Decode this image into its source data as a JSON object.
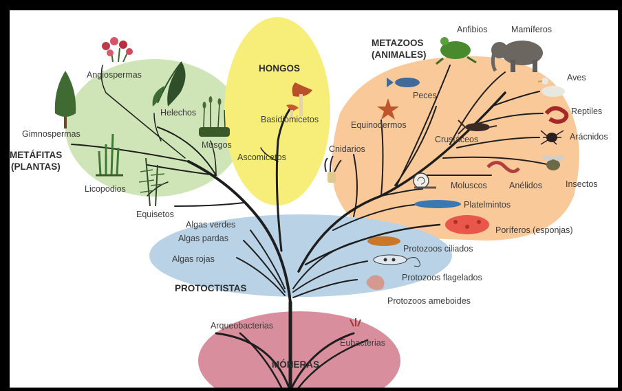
{
  "groups": {
    "metafitas": [
      "METÁFITAS",
      "(PLANTAS)"
    ],
    "hongos": "HONGOS",
    "metazoos": [
      "METAZOOS",
      "(ANIMALES)"
    ],
    "protoctistas": "PROTOCTISTAS",
    "moneras": "MÓNERAS"
  },
  "plants": {
    "angiospermas": "Angiospermas",
    "gimnospermas": "Gimnospermas",
    "helechos": "Helechos",
    "musgos": "Musgos",
    "licopodios": "Licopodios",
    "equisetos": "Equisetos"
  },
  "fungi": {
    "basidiomicetos": "Basidiomicetos",
    "ascomicetos": "Ascomicetos"
  },
  "animals": {
    "anfibios": "Anfibios",
    "mamiferos": "Mamíferos",
    "aves": "Aves",
    "reptiles": "Reptiles",
    "aracnidos": "Arácnidos",
    "insectos": "Insectos",
    "peces": "Peces",
    "equinodermos": "Equinodermos",
    "crustaceos": "Crustáceos",
    "cnidarios": "Cnidarios",
    "moluscos": "Moluscos",
    "anelidos": "Anélidos",
    "platelmintos": "Platelmintos",
    "poriferos": "Poríferos (esponjas)"
  },
  "protists": {
    "algas_verdes": "Algas verdes",
    "algas_pardas": "Algas pardas",
    "algas_rojas": "Algas rojas",
    "ciliados": "Protozoos ciliados",
    "flagelados": "Protozoos flagelados",
    "ameboides": "Protozoos ameboides"
  },
  "monera": {
    "arqueobacterias": "Arqueobacterias",
    "eubacterias": "Eubacterias"
  },
  "colors": {
    "plantas": "#cfe5b8",
    "hongos": "#f7ee7a",
    "metazoos": "#f9c99a",
    "protoctistas": "#b9d2e6",
    "moneras": "#d88e9c"
  }
}
